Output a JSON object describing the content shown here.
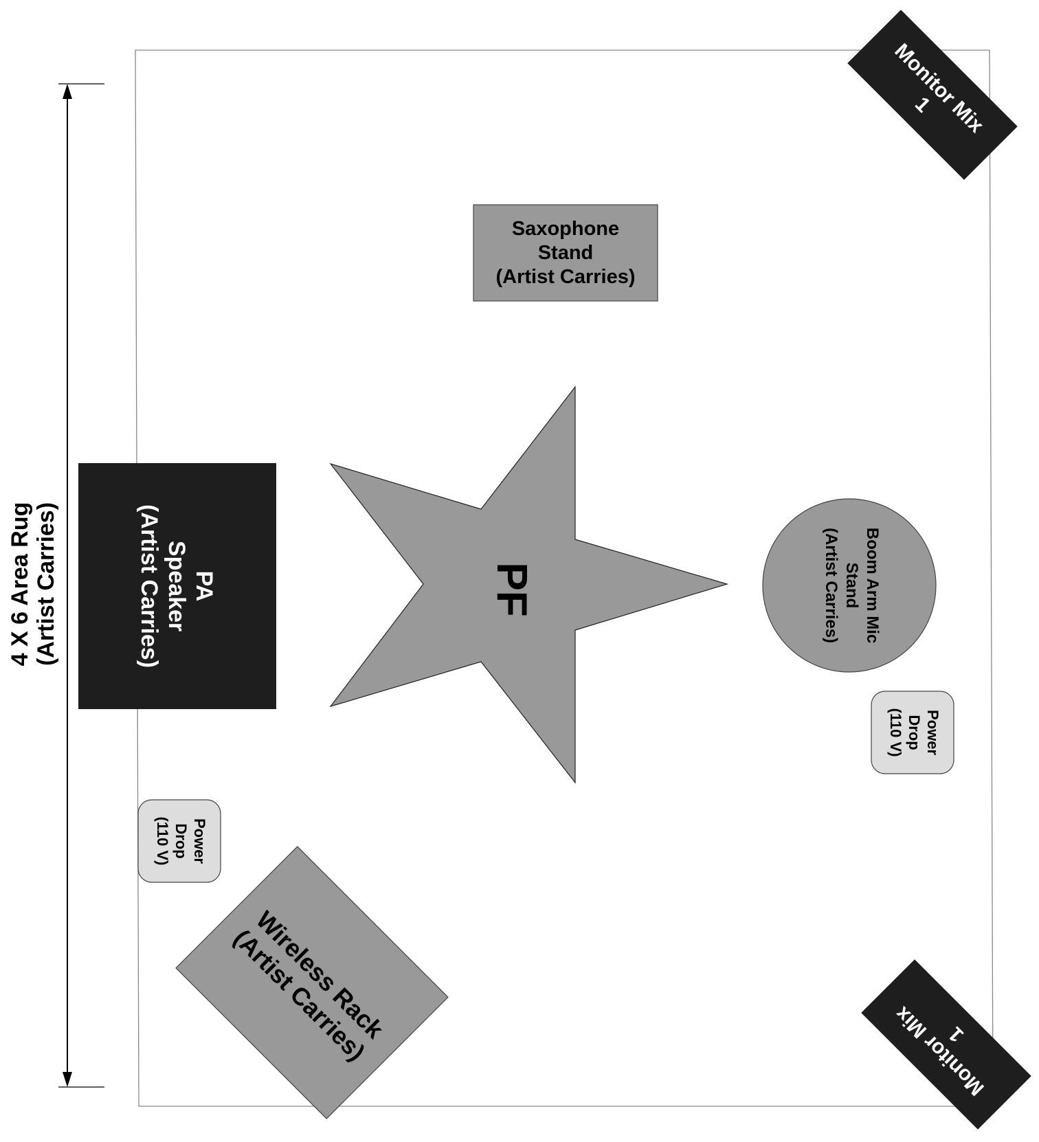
{
  "diagram": {
    "rug_label": {
      "line1": "4 X 6 Area Rug",
      "line2": "(Artist Carries)"
    },
    "items": {
      "monitor_top": {
        "line1": "Monitor Mix",
        "line2": "1"
      },
      "monitor_bottom": {
        "line1": "Monitor Mix",
        "line2": "1"
      },
      "saxophone": {
        "line1": "Saxophone",
        "line2": "Stand",
        "line3": "(Artist Carries)"
      },
      "pa_speaker": {
        "line1": "PA",
        "line2": "Speaker",
        "line3": "(Artist Carries)"
      },
      "performer": {
        "label": "PF"
      },
      "mic_stand": {
        "line1": "Boom Arm Mic",
        "line2": "Stand",
        "line3": "(Artist Carries)"
      },
      "power_right": {
        "line1": "Power",
        "line2": "Drop",
        "line3": "(110 V)"
      },
      "power_left": {
        "line1": "Power",
        "line2": "Drop",
        "line3": "(110 V)"
      },
      "wireless_rack": {
        "line1": "Wireless Rack",
        "line2": "(Artist Carries)"
      }
    },
    "colors": {
      "dark_fill": "#1e1e1e",
      "mid_fill": "#999999",
      "light_fill": "#dddddd",
      "outline": "#444444"
    }
  }
}
